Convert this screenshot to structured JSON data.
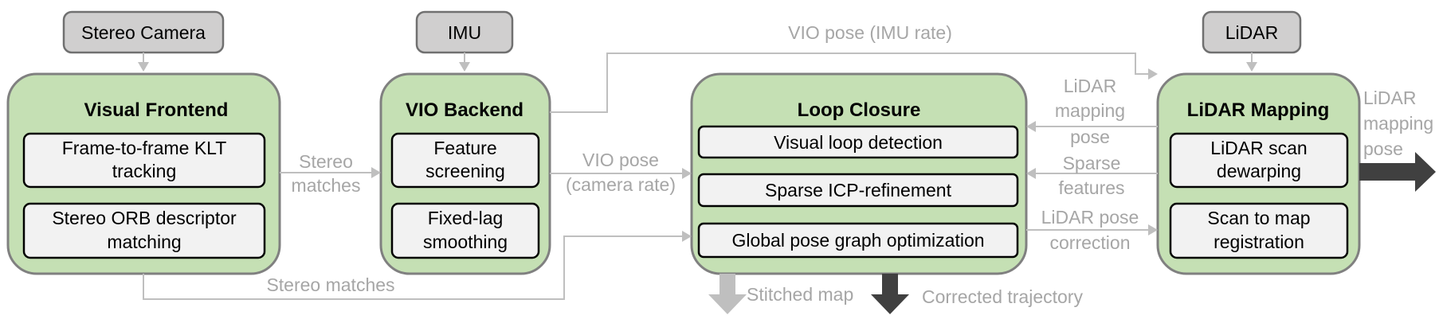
{
  "sensors": {
    "stereo_camera": "Stereo Camera",
    "imu": "IMU",
    "lidar": "LiDAR"
  },
  "modules": {
    "visual_frontend": {
      "title": "Visual Frontend",
      "blocks": [
        [
          "Frame-to-frame KLT",
          "tracking"
        ],
        [
          "Stereo ORB descriptor",
          "matching"
        ]
      ]
    },
    "vio_backend": {
      "title": "VIO Backend",
      "blocks": [
        [
          "Feature",
          "screening"
        ],
        [
          "Fixed-lag",
          "smoothing"
        ]
      ]
    },
    "loop_closure": {
      "title": "Loop Closure",
      "blocks": [
        "Visual loop detection",
        "Sparse ICP-refinement",
        "Global pose graph optimization"
      ]
    },
    "lidar_mapping": {
      "title": "LiDAR Mapping",
      "blocks": [
        [
          "LiDAR scan",
          "dewarping"
        ],
        [
          "Scan to map",
          "registration"
        ]
      ]
    }
  },
  "edges": {
    "stereo_matches_top": [
      "Stereo",
      "matches"
    ],
    "stereo_matches_bottom": "Stereo matches",
    "vio_pose_camera": [
      "VIO pose",
      "(camera rate)"
    ],
    "vio_pose_imu": "VIO pose (IMU rate)",
    "lidar_mapping_pose_in": [
      "LiDAR",
      "mapping",
      "pose"
    ],
    "sparse_features": [
      "Sparse",
      "features"
    ],
    "lidar_pose_correction": [
      "LiDAR pose",
      "correction"
    ],
    "lidar_mapping_pose_out": [
      "LiDAR",
      "mapping",
      "pose"
    ],
    "stitched_map": "Stitched map",
    "corrected_trajectory": "Corrected trajectory"
  },
  "colors": {
    "module_fill": "#c5e0b4",
    "sensor_fill": "#d0cfcf",
    "block_fill": "#f2f2f2",
    "flow_gray": "#bfbfbf",
    "output_dark": "#404040"
  }
}
